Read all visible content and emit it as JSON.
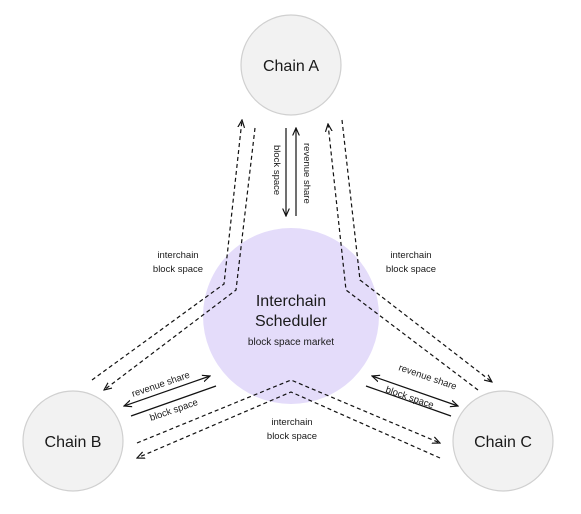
{
  "nodes": {
    "chain_a": "Chain A",
    "chain_b": "Chain B",
    "chain_c": "Chain C"
  },
  "hub": {
    "title_line1": "Interchain",
    "title_line2": "Scheduler",
    "subtitle": "block space market"
  },
  "edge_labels": {
    "revenue_share": "revenue share",
    "block_space": "block space",
    "interchain": "interchain",
    "interchain_block_space": "block space"
  },
  "colors": {
    "node_fill": "#f2f2f2",
    "node_stroke": "#d0d0d0",
    "hub_fill": "#e4dcfa"
  }
}
